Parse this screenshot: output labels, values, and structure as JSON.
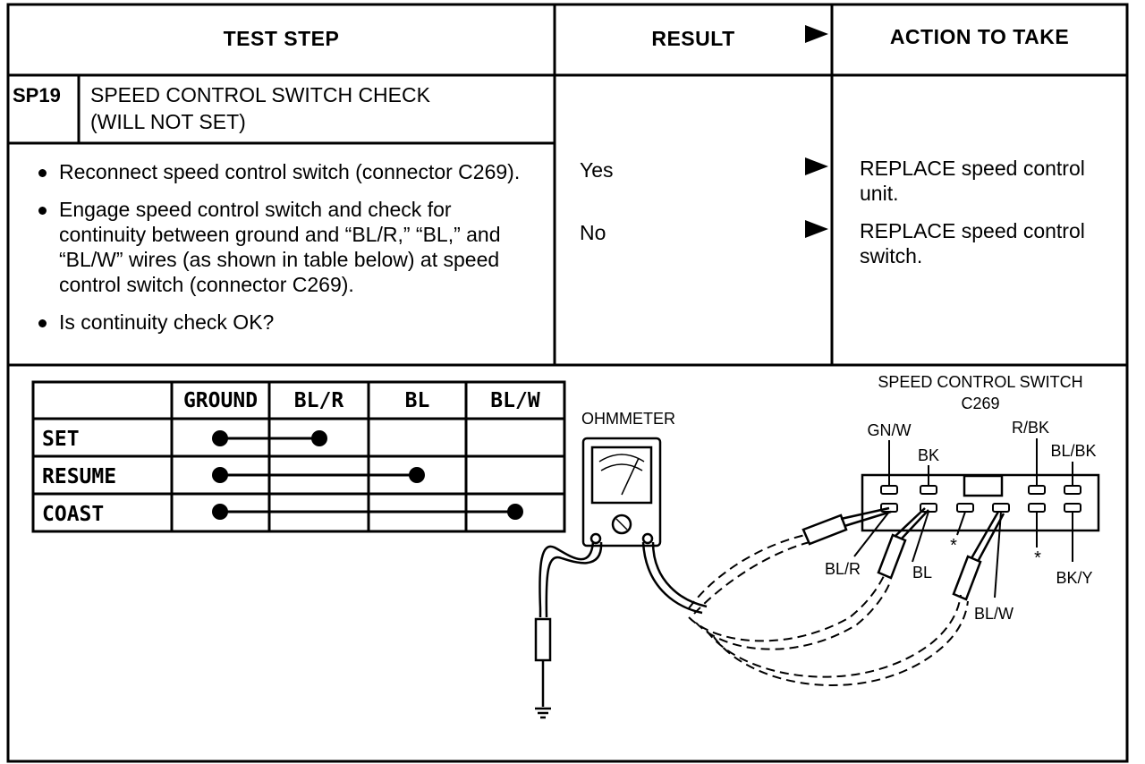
{
  "header": {
    "test_step": "TEST STEP",
    "result": "RESULT",
    "action": "ACTION TO TAKE"
  },
  "step": {
    "code": "SP19",
    "title_line1": "SPEED CONTROL SWITCH CHECK",
    "title_line2": "(WILL NOT SET)"
  },
  "instructions": [
    "Reconnect speed control switch (connector C269).",
    "Engage speed control switch and check for continuity between ground and “BL/R,” “BL,” and “BL/W” wires (as shown in table below) at speed control switch (connector C269).",
    "Is continuity check OK?"
  ],
  "results": [
    {
      "result": "Yes",
      "action_line1": "REPLACE speed control",
      "action_line2": "unit."
    },
    {
      "result": "No",
      "action_line1": "REPLACE speed control",
      "action_line2": "switch."
    }
  ],
  "continuity_table": {
    "columns": [
      "GROUND",
      "BL/R",
      "BL",
      "BL/W"
    ],
    "rows": [
      {
        "label": "SET",
        "from": 0,
        "to": 1
      },
      {
        "label": "RESUME",
        "from": 0,
        "to": 2
      },
      {
        "label": "COAST",
        "from": 0,
        "to": 3
      }
    ]
  },
  "diagram": {
    "ohmmeter_label": "OHMMETER",
    "switch_title_line1": "SPEED CONTROL SWITCH",
    "switch_title_line2": "C269",
    "wire_labels": {
      "gn_w": "GN/W",
      "bk": "BK",
      "r_bk": "R/BK",
      "bl_bk": "BL/BK",
      "bl_r": "BL/R",
      "bl": "BL",
      "bl_w": "BL/W",
      "bk_y": "BK/Y",
      "star1": "*",
      "star2": "*"
    }
  }
}
